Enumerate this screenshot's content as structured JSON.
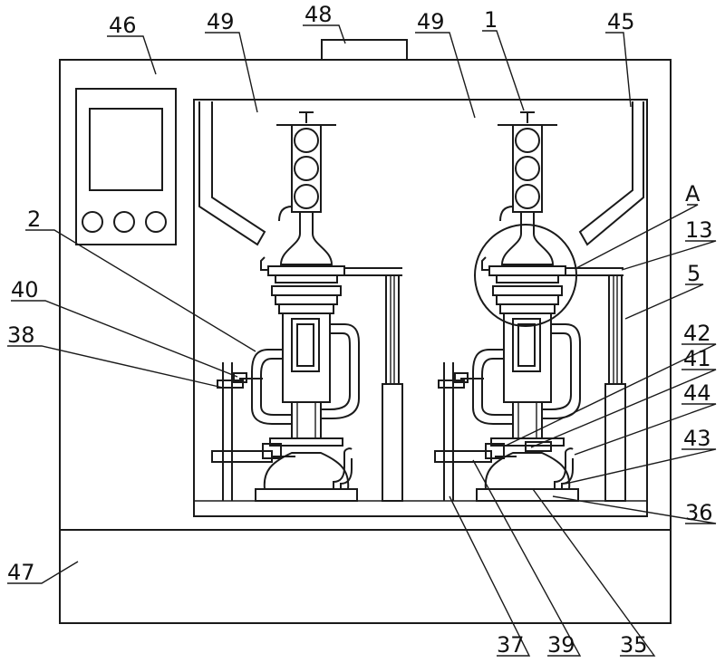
{
  "labels": {
    "l46": "46",
    "l48": "48",
    "l49a": "49",
    "l49b": "49",
    "l1": "1",
    "l45": "45",
    "lA": "A",
    "l13": "13",
    "l5": "5",
    "l42": "42",
    "l41": "41",
    "l44": "44",
    "l43": "43",
    "l36": "36",
    "l2": "2",
    "l40": "40",
    "l38": "38",
    "l47": "47",
    "l37": "37",
    "l39": "39",
    "l35": "35"
  },
  "colors": {
    "line": "#1a1a1a",
    "background": "#ffffff"
  }
}
